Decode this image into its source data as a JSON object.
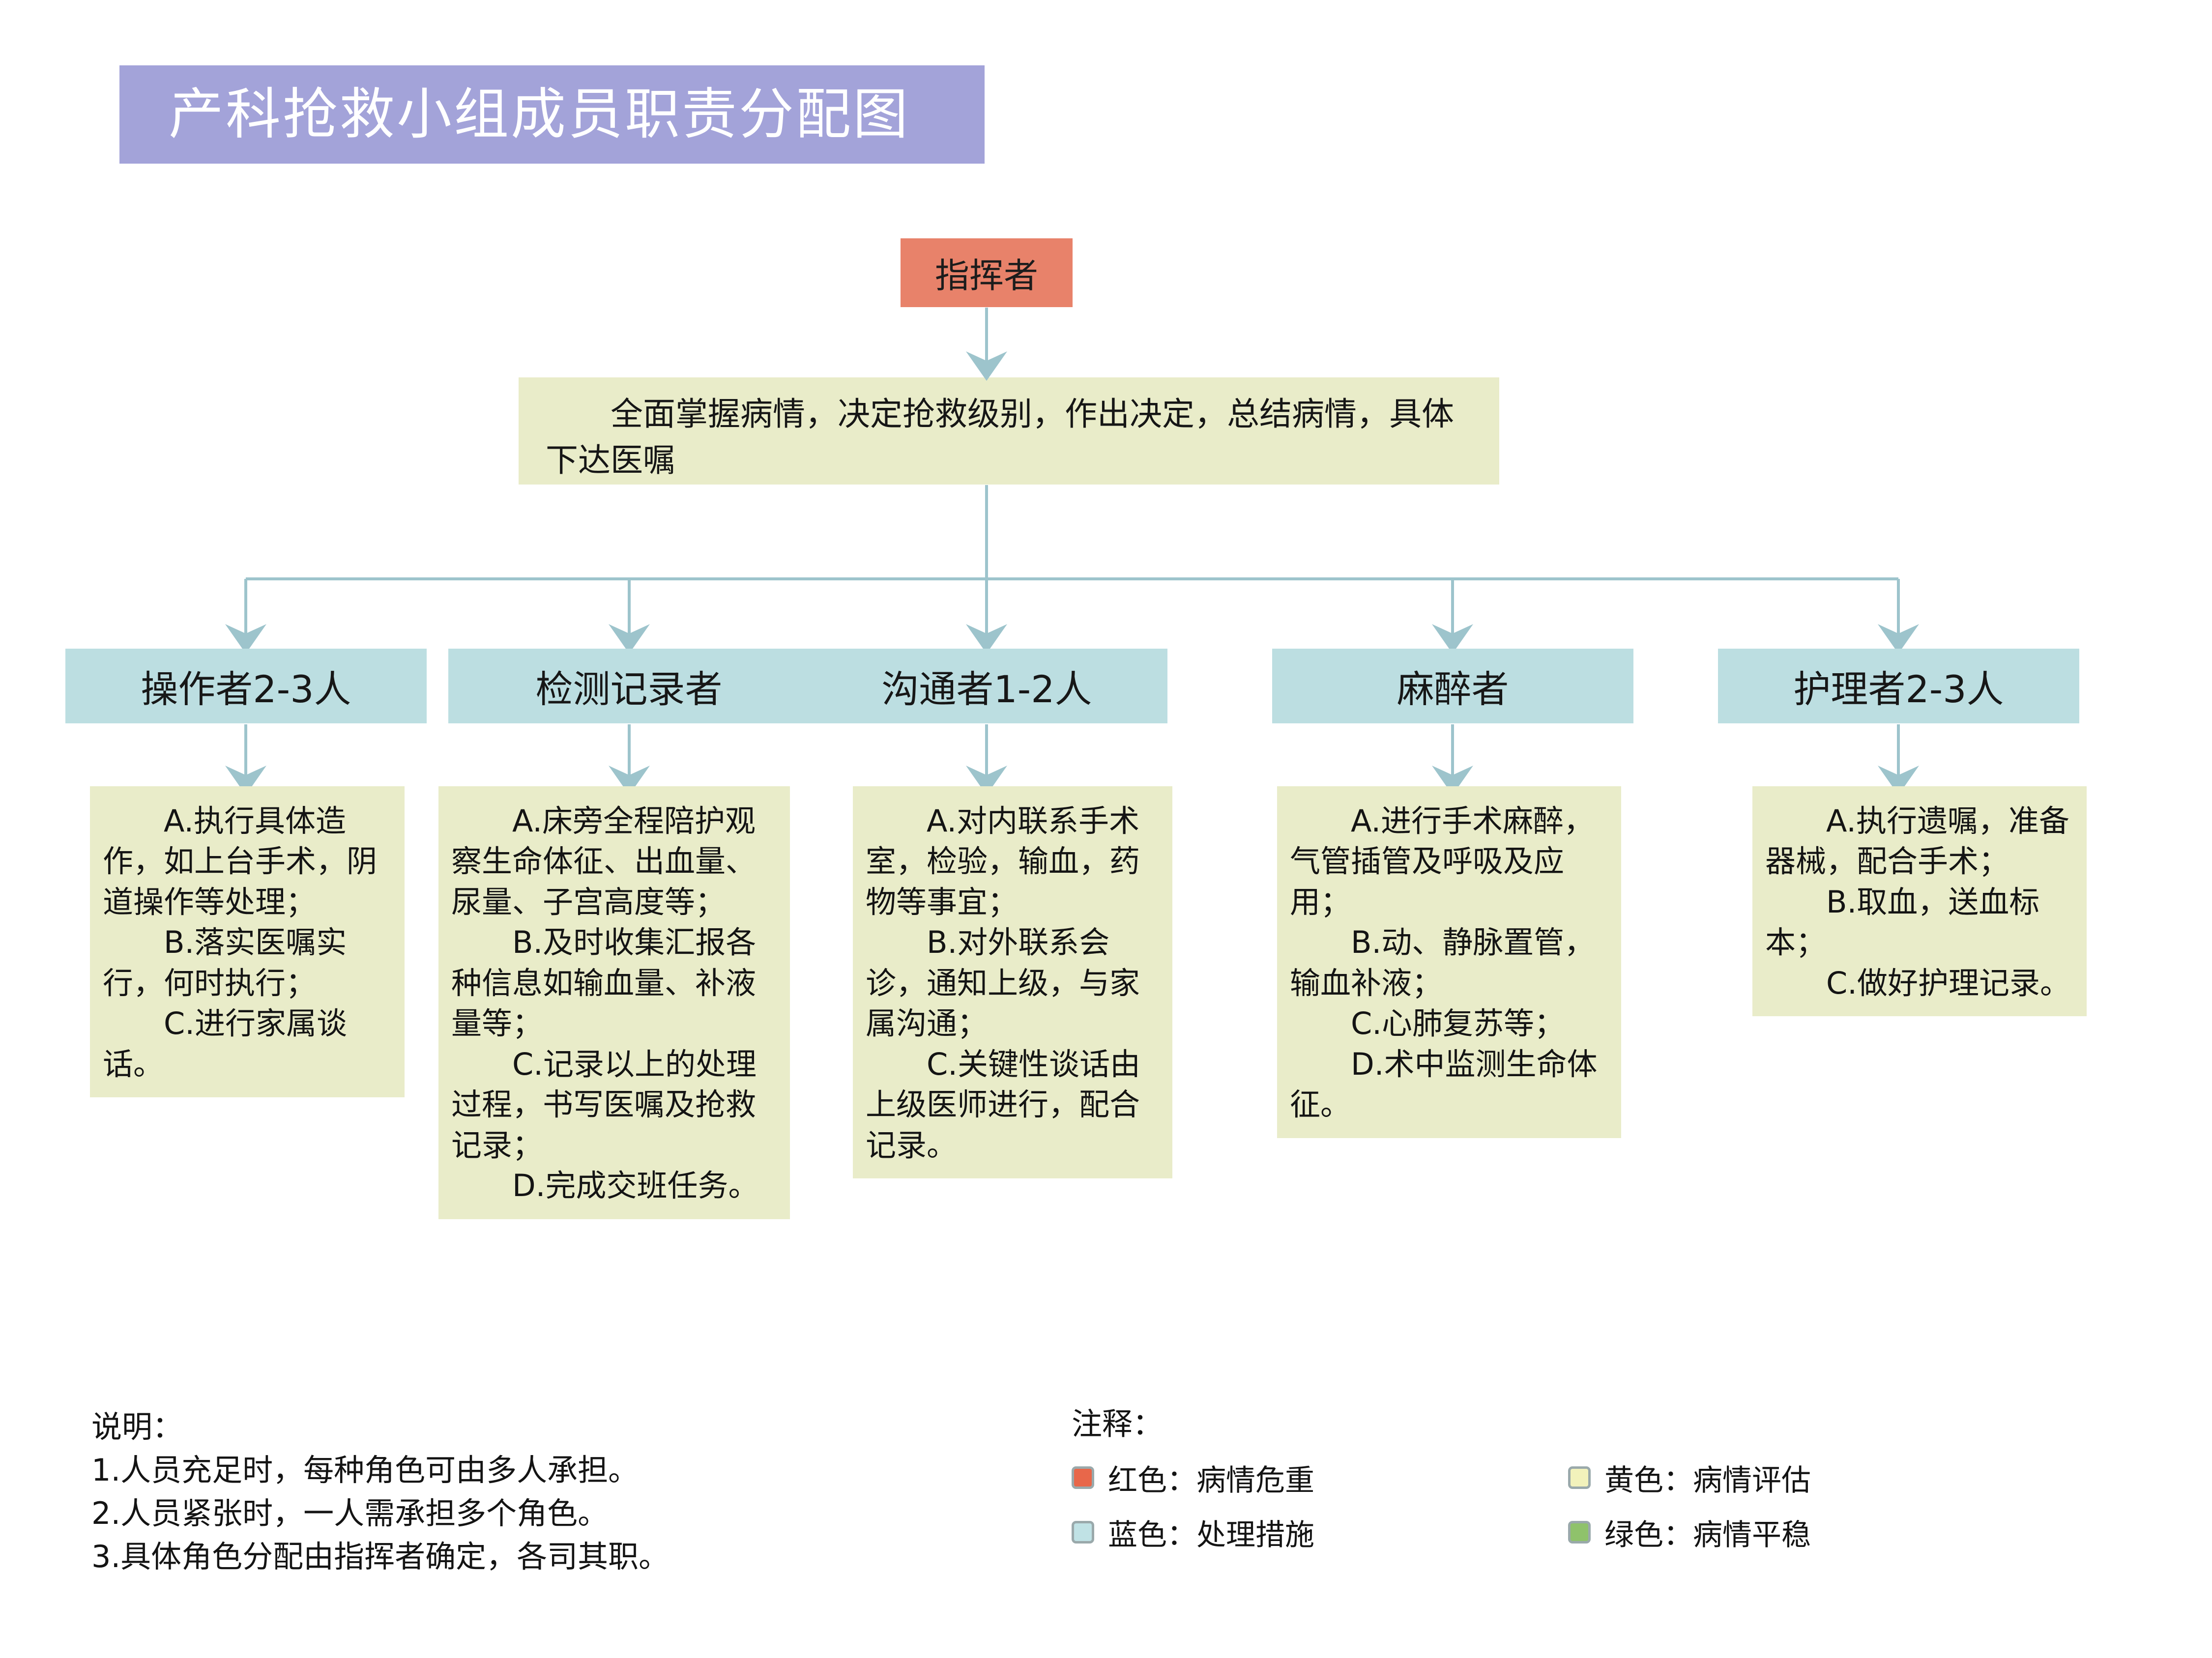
{
  "title": {
    "text": "产科抢救小组成员职责分配图",
    "bg_color": "#a3a3d9",
    "text_color": "#ffffff"
  },
  "commander": {
    "label": "指挥者",
    "bg_color": "#e8826a",
    "duty": "全面掌握病情，决定抢救级别，作出决定，总结病情，具体下达医嘱"
  },
  "roles": [
    {
      "header": "操作者2-3人",
      "duties": [
        "A.执行具体造作，如上台手术，阴道操作等处理；",
        "B.落实医嘱实行，何时执行；",
        "C.进行家属谈话。"
      ]
    },
    {
      "header": "检测记录者",
      "duties": [
        "A.床旁全程陪护观察生命体征、出血量、尿量、子宫高度等；",
        "B.及时收集汇报各种信息如输血量、补液量等；",
        "C.记录以上的处理过程，书写医嘱及抢救记录；",
        "D.完成交班任务。"
      ]
    },
    {
      "header": "沟通者1-2人",
      "duties": [
        "A.对内联系手术室，检验，输血，药物等事宜；",
        "B.对外联系会诊，通知上级，与家属沟通；",
        "C.关键性谈话由上级医师进行，配合记录。"
      ]
    },
    {
      "header": "麻醉者",
      "duties": [
        "A.进行手术麻醉，气管插管及呼吸及应用；",
        "B.动、静脉置管，输血补液；",
        "C.心肺复苏等；",
        "D.术中监测生命体征。"
      ]
    },
    {
      "header": "护理者2-3人",
      "duties": [
        "A.执行遗嘱，准备器械，配合手术；",
        "B.取血，送血标本；",
        "C.做好护理记录。"
      ]
    }
  ],
  "notes": {
    "title": "说明：",
    "items": [
      "1.人员充足时，每种角色可由多人承担。",
      "2.人员紧张时，一人需承担多个角色。",
      "3.具体角色分配由指挥者确定，各司其职。"
    ]
  },
  "legend": {
    "title": "注释：",
    "items": [
      {
        "label": "红色：病情危重",
        "color": "#e8674a"
      },
      {
        "label": "黄色：病情评估",
        "color": "#f2f2bb"
      },
      {
        "label": "蓝色：处理措施",
        "color": "#c0e2e5"
      },
      {
        "label": "绿色：病情平稳",
        "color": "#8fc26b"
      }
    ]
  },
  "colors": {
    "header_blue": "#bcdee1",
    "body_yellow": "#e9ecc9",
    "connector": "#9dc4cc"
  }
}
